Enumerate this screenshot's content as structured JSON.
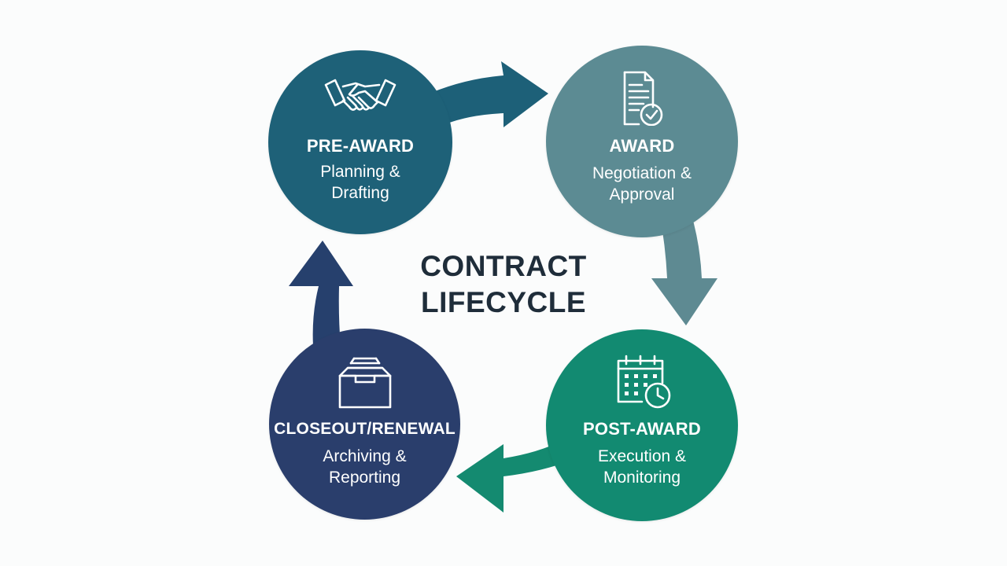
{
  "center_title": {
    "line1": "CONTRACT",
    "line2": "LIFECYCLE"
  },
  "stages": [
    {
      "title": "PRE-AWARD",
      "desc_line1": "Planning &",
      "desc_line2": "Drafting",
      "color": "#1e6178",
      "icon": "handshake-icon"
    },
    {
      "title": "AWARD",
      "desc_line1": "Negotiation &",
      "desc_line2": "Approval",
      "color": "#5c8b93",
      "icon": "document-check-icon"
    },
    {
      "title": "POST-AWARD",
      "desc_line1": "Execution &",
      "desc_line2": "Monitoring",
      "color": "#128a71",
      "icon": "calendar-clock-icon"
    },
    {
      "title": "CLOSEOUT/RENEWAL",
      "desc_line1": "Archiving &",
      "desc_line2": "Reporting",
      "color": "#2a3e6c",
      "icon": "archive-box-icon"
    }
  ],
  "arrows": [
    {
      "from": "PRE-AWARD",
      "to": "AWARD",
      "color": "#1d6078"
    },
    {
      "from": "AWARD",
      "to": "POST-AWARD",
      "color": "#5e8a92"
    },
    {
      "from": "POST-AWARD",
      "to": "CLOSEOUT/RENEWAL",
      "color": "#148a70"
    },
    {
      "from": "CLOSEOUT/RENEWAL",
      "to": "PRE-AWARD",
      "color": "#26406d"
    }
  ]
}
